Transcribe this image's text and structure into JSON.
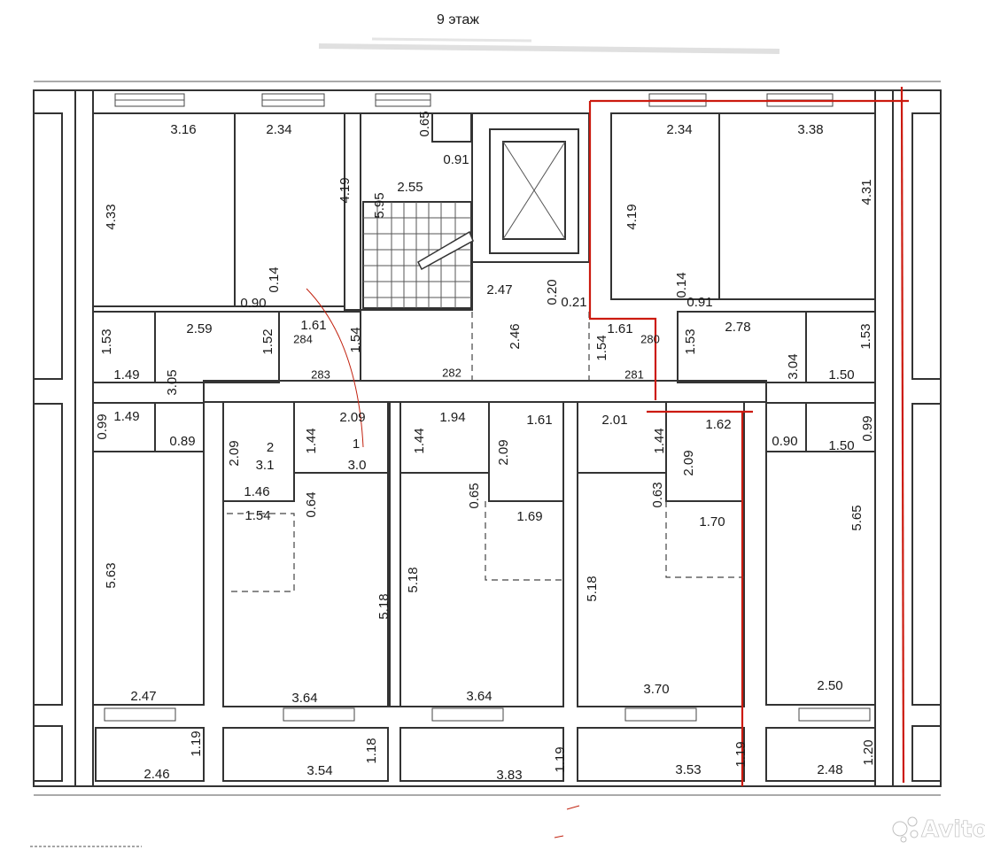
{
  "title": "9 этаж",
  "watermark": "Avito",
  "colors": {
    "wall": "#333333",
    "marker": "#cc1a0f",
    "paper": "#ffffff"
  },
  "labels": [
    "3.16",
    "2.34",
    "4.33",
    "4.19",
    "0.90",
    "0.14",
    "0.65",
    "0.91",
    "5.95",
    "2.55",
    "2.47",
    "0.20",
    "0.21",
    "2.46",
    "2.34",
    "3.38",
    "4.19",
    "4.31",
    "0.14",
    "0.91",
    "1.53",
    "1.49",
    "2.59",
    "1.52",
    "3.05",
    "1.49",
    "0.99",
    "0.89",
    "1.61",
    "284",
    "1.54",
    "283",
    "282",
    "1.54",
    "1.61",
    "280",
    "1.53",
    "2.78",
    "3.04",
    "1.53",
    "1.50",
    "281",
    "2.09",
    "1.44",
    "1",
    "3.0",
    "2.09",
    "2",
    "3.1",
    "1.46",
    "0.64",
    "1.54",
    "1.44",
    "1.94",
    "1.61",
    "2.09",
    "0.65",
    "1.69",
    "2.01",
    "1.44",
    "1.62",
    "2.09",
    "0.63",
    "1.70",
    "0.90",
    "1.50",
    "0.99",
    "5.65",
    "5.63",
    "5.18",
    "5.18",
    "5.18",
    "2.47",
    "3.64",
    "3.64",
    "3.70",
    "2.50",
    "1.19",
    "2.46",
    "3.54",
    "1.18",
    "3.83",
    "1.19",
    "3.53",
    "1.19",
    "2.48",
    "1.20"
  ]
}
